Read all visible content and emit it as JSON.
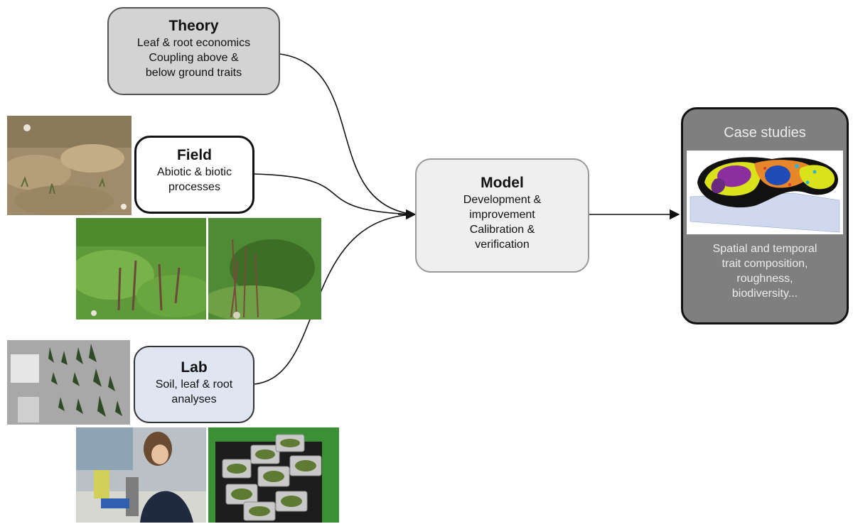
{
  "theory": {
    "title": "Theory",
    "lines": [
      "Leaf & root economics",
      "Coupling above &",
      "below ground traits"
    ]
  },
  "field": {
    "title": "Field",
    "lines": [
      "Abiotic & biotic",
      "processes"
    ]
  },
  "lab": {
    "title": "Lab",
    "lines": [
      "Soil, leaf & root",
      "analyses"
    ]
  },
  "model": {
    "title": "Model",
    "lines": [
      "Development &",
      "improvement",
      "Calibration &",
      "verification"
    ]
  },
  "case_studies": {
    "title": "Case studies",
    "lines": [
      "Spatial and temporal",
      "trait composition,",
      "roughness,",
      "biodiversity..."
    ]
  },
  "colors": {
    "theory_fill": "#d3d3d3",
    "field_fill": "#ffffff",
    "lab_fill": "#dfe5f1",
    "model_fill": "#efefef",
    "case_fill": "#7f7f7f",
    "case_text": "#ececec",
    "connector": "#111111"
  }
}
